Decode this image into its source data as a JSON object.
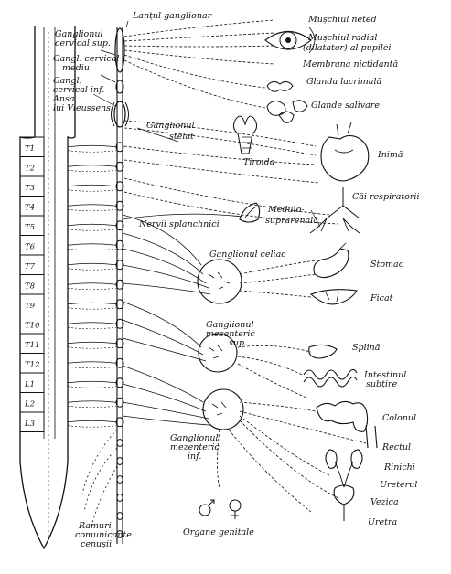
{
  "labels": {
    "lantul_ganglionar": "Lanțul ganglionar",
    "gg_cervical_sup_1": "Ganglionul",
    "gg_cervical_sup_2": "cervical sup.",
    "gg_cervical_mediu_1": "Gangl. cervical",
    "gg_cervical_mediu_2": "mediu",
    "gg_cervical_inf_1": "Gangl.",
    "gg_cervical_inf_2": "cervical inf.",
    "ansa_1": "Ansa",
    "ansa_2": "lui Vieussens",
    "gg_stelat_1": "Ganglionul",
    "gg_stelat_2": "stelat",
    "nervii_splanchnici": "Nervii splanchnici",
    "gg_celiac": "Ganglionul celiac",
    "gg_mez_sup_1": "Ganglionul",
    "gg_mez_sup_2": "mezenteric",
    "gg_mez_sup_3": "sup.",
    "gg_mez_inf_1": "Ganglionul",
    "gg_mez_inf_2": "mezenteric",
    "gg_mez_inf_3": "inf.",
    "ramuri_1": "Ramuri",
    "ramuri_2": "comunicante",
    "ramuri_3": "cenușii",
    "organe_genitale": "Organe genitale",
    "tiroida": "Tiroida",
    "medulo_1": "Medulo-",
    "medulo_2": "suprarenală",
    "muschiul_neted": "Mușchiul neted",
    "muschiul_radial_1": "Mușchiul radial",
    "muschiul_radial_2": "(dilatator) al pupilei",
    "membrana": "Membrana nictidantă",
    "glanda_lacrimala": "Glanda lacrimală",
    "glande_salivare": "Glande salivare",
    "inima": "Inimă",
    "cai_respiratorii": "Căi respiratorii",
    "stomac": "Stomac",
    "ficat": "Ficat",
    "splina": "Splină",
    "intestinul_1": "Intestinul",
    "intestinul_2": "subțire",
    "colonul": "Colonul",
    "rectul": "Rectul",
    "rinichi": "Rinichi",
    "ureterul": "Ureterul",
    "vezica": "Vezica",
    "uretra": "Uretra"
  },
  "segments": [
    "T1",
    "T2",
    "T3",
    "T4",
    "T5",
    "T6",
    "T7",
    "T8",
    "T9",
    "T10",
    "T11",
    "T12",
    "L1",
    "L2",
    "L3"
  ]
}
